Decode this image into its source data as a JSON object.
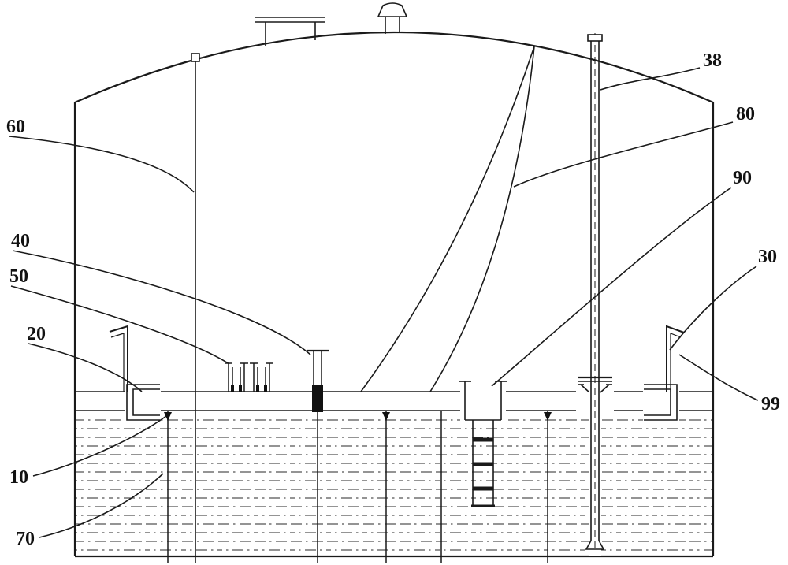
{
  "diagram": {
    "kind": "tank-cross-section-figure",
    "ink_color": "#1a1a1a",
    "background_color": "#ffffff",
    "labels": [
      {
        "text": "60"
      },
      {
        "text": "40"
      },
      {
        "text": "50"
      },
      {
        "text": "20"
      },
      {
        "text": "10"
      },
      {
        "text": "70"
      },
      {
        "text": "38"
      },
      {
        "text": "80"
      },
      {
        "text": "90"
      },
      {
        "text": "30"
      },
      {
        "text": "99"
      }
    ]
  }
}
